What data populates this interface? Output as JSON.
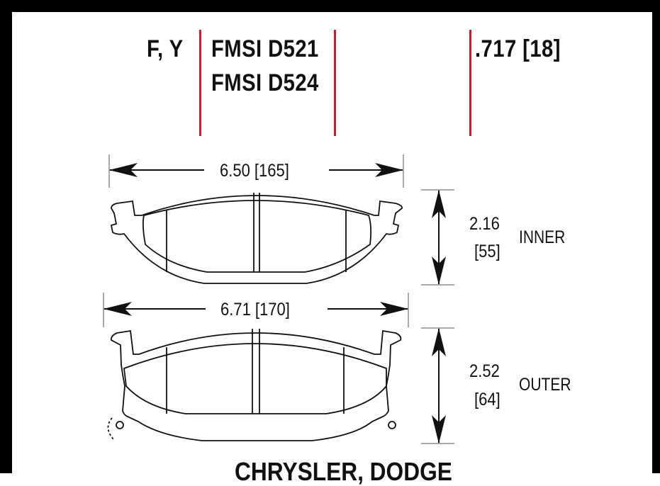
{
  "header": {
    "codes": "F, Y",
    "fmsi_1": "FMSI D521",
    "fmsi_2": "FMSI D524",
    "thickness": ".717 [18]"
  },
  "inner_pad": {
    "width_label": "6.50 [165]",
    "height_value": "2.16",
    "height_metric": "[55]",
    "position_label": "INNER"
  },
  "outer_pad": {
    "width_label": "6.71 [170]",
    "height_value": "2.52",
    "height_metric": "[64]",
    "position_label": "OUTER"
  },
  "footer": {
    "application": "CHRYSLER, DODGE"
  },
  "colors": {
    "frame": "#000000",
    "divider": "#c8202c",
    "line": "#111111"
  }
}
